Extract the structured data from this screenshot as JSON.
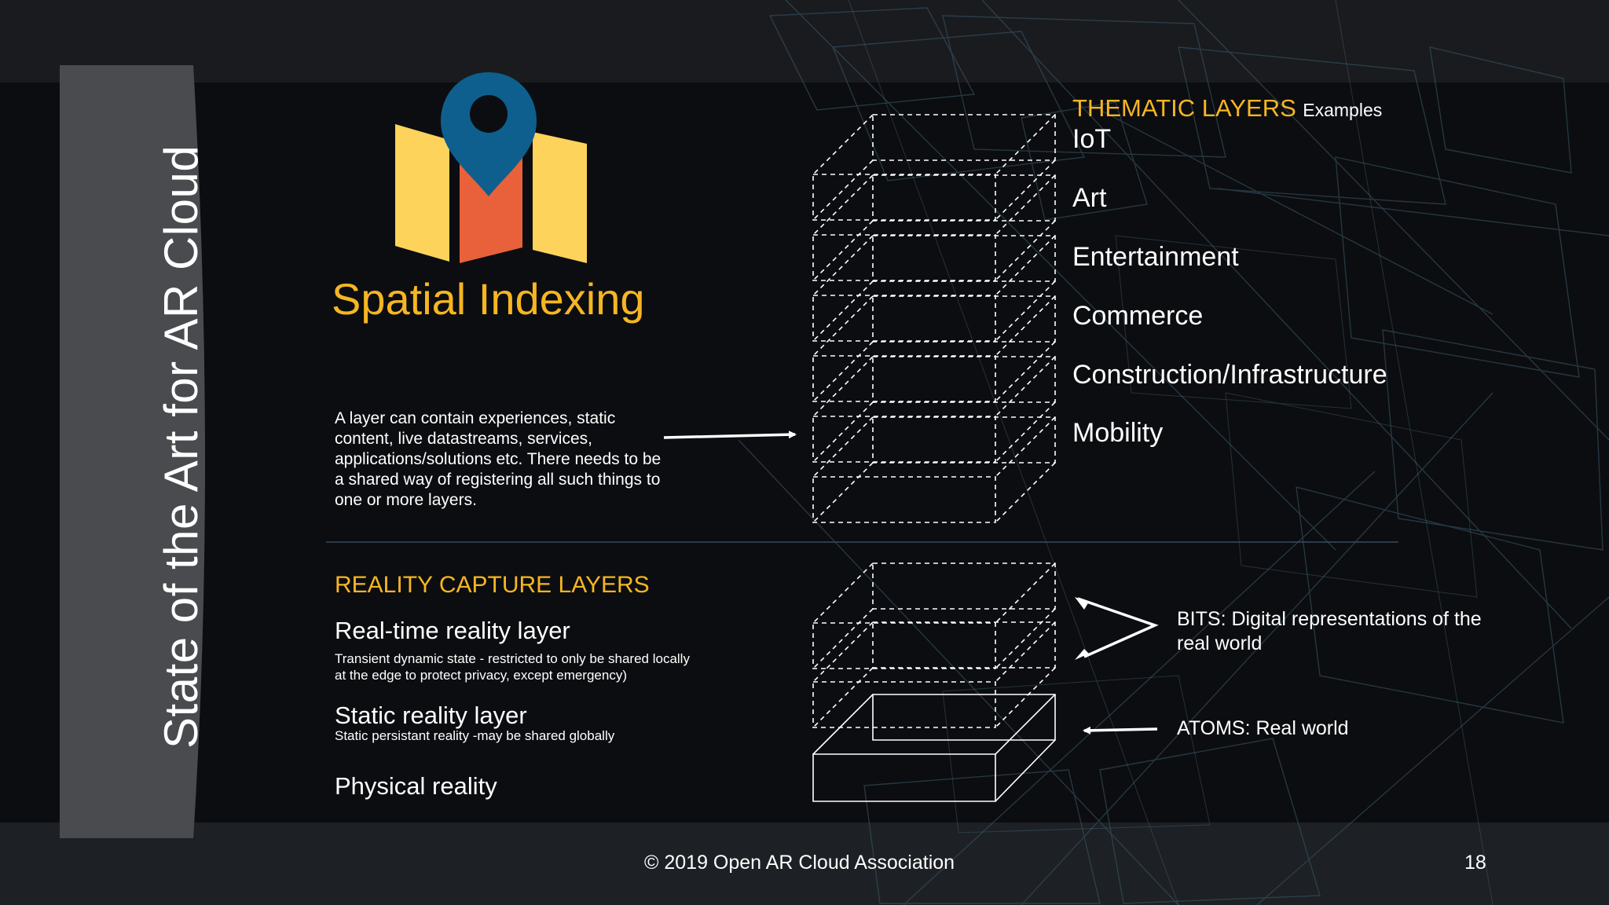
{
  "sidebar": {
    "title": "State of the Art for AR Cloud"
  },
  "hero": {
    "title": "Spatial Indexing",
    "icon": "map-pin-icon"
  },
  "thematic": {
    "title": "THEMATIC LAYERS",
    "subtitle": "Examples",
    "items": [
      "IoT",
      "Art",
      "Entertainment",
      "Commerce",
      "Construction/Infrastructure",
      "Mobility"
    ]
  },
  "description": "A layer can contain experiences, static content, live datastreams, services, applications/solutions etc. There needs to be a shared way of registering all such things to one or more layers.",
  "reality": {
    "title": "REALITY CAPTURE LAYERS",
    "realtime_name": "Real-time reality layer",
    "realtime_note": "Transient dynamic state - restricted to only be shared locally at the edge to protect privacy, except emergency)",
    "static_name": "Static reality layer",
    "static_note": "Static persistant reality -may be shared globally",
    "physical_name": "Physical reality"
  },
  "bits_label": "BITS: Digital representations of the real world",
  "atoms_label": "ATOMS: Real world",
  "footer": {
    "copyright": "© 2019 Open AR Cloud Association",
    "page": "18"
  },
  "colors": {
    "accent": "#f6b622",
    "pin": "#0e5f8d",
    "map_yellow": "#fdd35b",
    "map_orange": "#e8613a"
  }
}
